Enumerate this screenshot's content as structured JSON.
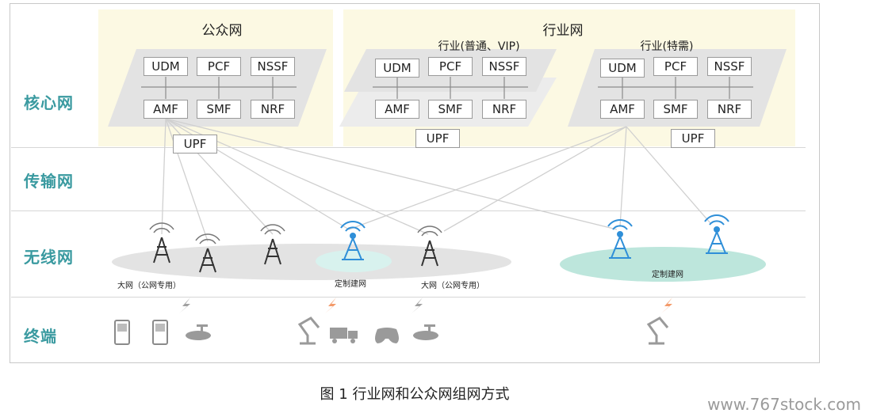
{
  "layers": {
    "core": "核心网",
    "transport": "传输网",
    "wireless": "无线网",
    "terminal": "终端"
  },
  "public_network": {
    "title": "公众网",
    "nfs": [
      "UDM",
      "PCF",
      "NSSF",
      "AMF",
      "SMF",
      "NRF"
    ],
    "upf": "UPF"
  },
  "industry_network": {
    "title": "行业网",
    "general": {
      "title": "行业(普通、VIP)",
      "nfs": [
        "UDM",
        "PCF",
        "NSSF",
        "AMF",
        "SMF",
        "NRF"
      ],
      "upf": "UPF"
    },
    "special": {
      "title": "行业(特需)",
      "nfs": [
        "UDM",
        "PCF",
        "NSSF",
        "AMF",
        "SMF",
        "NRF"
      ],
      "upf": "UPF"
    }
  },
  "wireless": {
    "macro_label_1": "大网（公网专用）",
    "custom_label_1": "定制建网",
    "macro_label_2": "大网（公网专用）",
    "custom_label_2": "定制建网"
  },
  "colors": {
    "accent": "#3a9aa0",
    "custom_blue": "#2f8fd8",
    "zone_bg": "#fcf9e3",
    "plane_gray": "#e3e3e3",
    "custom_ellipse": "#bde6dc"
  },
  "caption": "图 1 行业网和公众网组网方式",
  "watermark": "www.767stock.com"
}
